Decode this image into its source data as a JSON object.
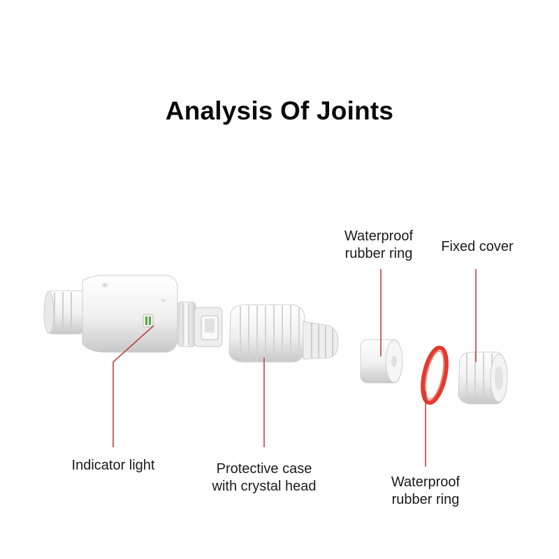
{
  "title": "Analysis Of Joints",
  "labels": {
    "indicator_light": "Indicator light",
    "protective_case": [
      "Protective case",
      "with crystal head"
    ],
    "rubber_ring_top": [
      "Waterproof",
      "rubber ring"
    ],
    "fixed_cover": "Fixed cover",
    "rubber_ring_bottom": [
      "Waterproof",
      "rubber ring"
    ]
  },
  "colors": {
    "leader_line": "#b5443f",
    "part_white": "#f2f2f2",
    "part_shadow": "#c9c9c9",
    "red_ring": "#e23b2f",
    "indicator_green": "#5aa64a"
  }
}
